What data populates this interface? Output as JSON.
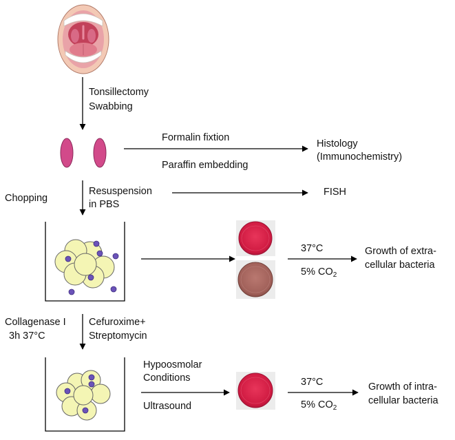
{
  "labels": {
    "tonsillectomy": "Tonsillectomy",
    "swabbing": "Swabbing",
    "formalin": "Formalin fixtion",
    "paraffin": "Paraffin embedding",
    "histology": "Histology",
    "immuno": "(Immunochemistry)",
    "chopping": "Chopping",
    "resuspension": "Resuspension",
    "in_pbs": "in PBS",
    "fish": "FISH",
    "temp1": "37°C",
    "co2_1_prefix": "5% CO",
    "co2_1_sub": "2",
    "growth_extra_1": "Growth of extra-",
    "growth_extra_2": "cellular bacteria",
    "collagenase": "Collagenase I",
    "incubation": "3h 37°C",
    "cefuroxime": "Cefuroxime+",
    "streptomycin": "Streptomycin",
    "hypoosmolar": "Hypoosmolar",
    "conditions": "Conditions",
    "ultrasound": "Ultrasound",
    "temp2": "37°C",
    "co2_2_prefix": "5% CO",
    "co2_2_sub": "2",
    "growth_intra_1": "Growth of intra-",
    "growth_intra_2": "cellular bacteria"
  },
  "colors": {
    "tonsil": "#d24a8a",
    "cell": "#f4f5b4",
    "bacterium": "#6b53b8",
    "plate_red": "#d81e46",
    "plate_brown": "#a8675f",
    "arrow": "#000000"
  },
  "icons": {
    "mouth": "open-mouth-icon",
    "tonsils": "tonsil-tissue-icon",
    "plates": "agar-plate-icon"
  }
}
